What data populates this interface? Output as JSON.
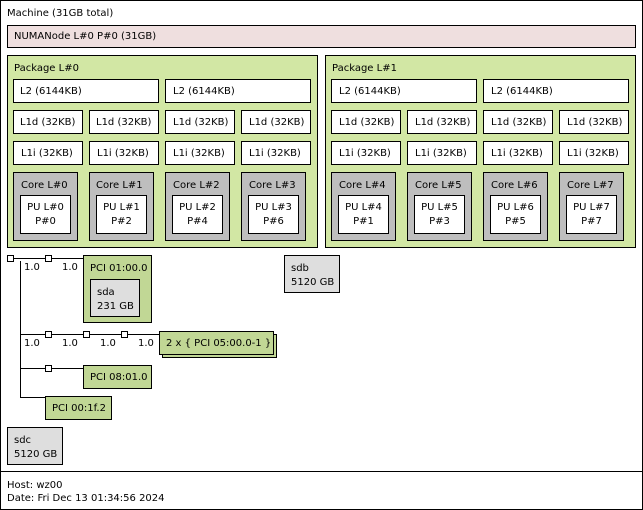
{
  "machine": {
    "label": "Machine (31GB total)"
  },
  "numa": {
    "label": "NUMANode L#0 P#0 (31GB)"
  },
  "packages": [
    {
      "label": "Package L#0",
      "l2": [
        "L2 (6144KB)",
        "L2 (6144KB)"
      ],
      "l1d": [
        "L1d (32KB)",
        "L1d (32KB)",
        "L1d (32KB)",
        "L1d (32KB)"
      ],
      "l1i": [
        "L1i (32KB)",
        "L1i (32KB)",
        "L1i (32KB)",
        "L1i (32KB)"
      ],
      "cores": [
        {
          "label": "Core L#0",
          "pu": "PU L#0",
          "p": "P#0"
        },
        {
          "label": "Core L#1",
          "pu": "PU L#1",
          "p": "P#2"
        },
        {
          "label": "Core L#2",
          "pu": "PU L#2",
          "p": "P#4"
        },
        {
          "label": "Core L#3",
          "pu": "PU L#3",
          "p": "P#6"
        }
      ]
    },
    {
      "label": "Package L#1",
      "l2": [
        "L2 (6144KB)",
        "L2 (6144KB)"
      ],
      "l1d": [
        "L1d (32KB)",
        "L1d (32KB)",
        "L1d (32KB)",
        "L1d (32KB)"
      ],
      "l1i": [
        "L1i (32KB)",
        "L1i (32KB)",
        "L1i (32KB)",
        "L1i (32KB)"
      ],
      "cores": [
        {
          "label": "Core L#4",
          "pu": "PU L#4",
          "p": "P#1"
        },
        {
          "label": "Core L#5",
          "pu": "PU L#5",
          "p": "P#3"
        },
        {
          "label": "Core L#6",
          "pu": "PU L#6",
          "p": "P#5"
        },
        {
          "label": "Core L#7",
          "pu": "PU L#7",
          "p": "P#7"
        }
      ]
    }
  ],
  "io": {
    "pci1": "PCI 01:00.0",
    "sda_name": "sda",
    "sda_size": "231 GB",
    "sdb_name": "sdb",
    "sdb_size": "5120 GB",
    "pci_multi": "2 x { PCI 05:00.0-1 }",
    "pci3": "PCI 08:01.0",
    "pci4": "PCI 00:1f.2",
    "sdc_name": "sdc",
    "sdc_size": "5120 GB",
    "links": [
      "1.0",
      "1.0",
      "1.0",
      "1.0",
      "1.0",
      "1.0"
    ]
  },
  "footer": {
    "host": "Host: wz00",
    "date": "Date: Fri Dec 13 01:34:56 2024"
  }
}
